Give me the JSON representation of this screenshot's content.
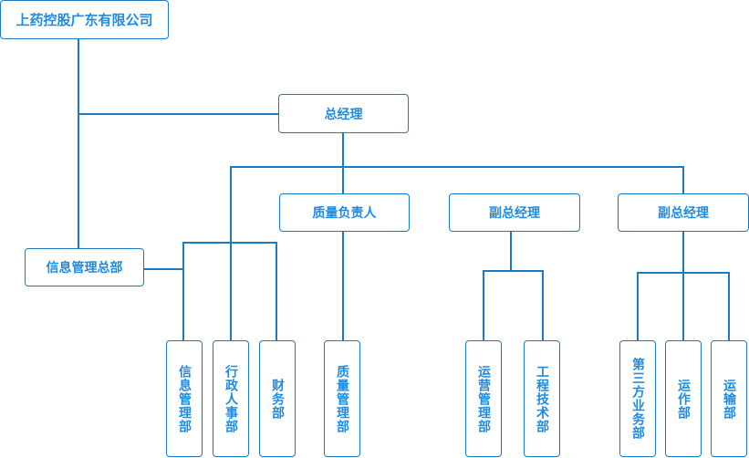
{
  "chart": {
    "root": "上药控股广东有限公司",
    "general_manager": "总经理",
    "info_hq": "信息管理总部",
    "quality_lead": "质量负责人",
    "vp1": "副总经理",
    "vp2": "副总经理",
    "departments": {
      "info_mgmt": "信息管理部",
      "admin_hr": "行政人事部",
      "finance": "财务部",
      "quality_mgmt": "质量管理部",
      "ops_mgmt": "运营管理部",
      "engineering": "工程技术部",
      "third_party": "第三方业务部",
      "operations": "运作部",
      "transport": "运输部"
    }
  },
  "colors": {
    "line": "#1a7bc4",
    "text": "#1f8ce0"
  }
}
